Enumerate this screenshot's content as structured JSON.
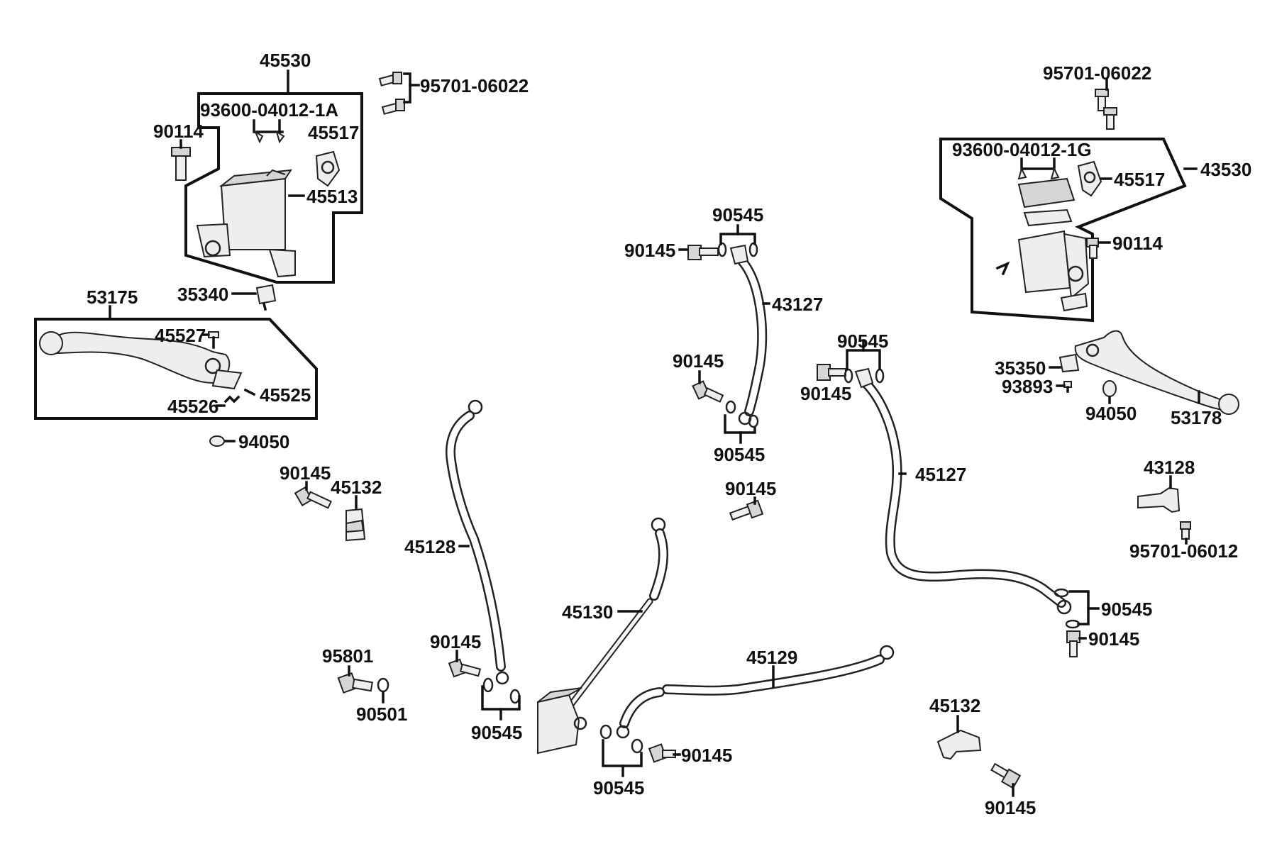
{
  "labels": {
    "l45530": "45530",
    "l95701_06022_a": "95701-06022",
    "l93600_1A": "93600-04012-1A",
    "l90114_a": "90114",
    "l45517_a": "45517",
    "l45513": "45513",
    "l35340": "35340",
    "l53175": "53175",
    "l45527": "45527",
    "l45525": "45525",
    "l45526": "45526",
    "l94050_a": "94050",
    "l90145_a": "90145",
    "l45132_a": "45132",
    "l45128": "45128",
    "l90145_b": "90145",
    "l90545_a": "90545",
    "l95801": "95801",
    "l90501": "90501",
    "l45130": "45130",
    "l90545_b": "90545",
    "l90145_c": "90145",
    "l45129": "45129",
    "l90545_c": "90545",
    "l90145_d": "90145",
    "l43127": "43127",
    "l90145_e": "90145",
    "l90545_d": "90545",
    "l90145_f": "90145",
    "l90545_e": "90545",
    "l90145_g": "90145",
    "l45127": "45127",
    "l90545_f": "90545",
    "l90145_h": "90145",
    "l45132_b": "45132",
    "l90145_i": "90145",
    "l95701_06022_b": "95701-06022",
    "l93600_1G": "93600-04012-1G",
    "l43530": "43530",
    "l45517_b": "45517",
    "l90114_b": "90114",
    "l35350": "35350",
    "l93893": "93893",
    "l94050_b": "94050",
    "l53178": "53178",
    "l43128": "43128",
    "l95701_06012": "95701-06012"
  },
  "colors": {
    "ink": "#111111",
    "paper": "#ffffff",
    "fill": "#eeeeee"
  }
}
